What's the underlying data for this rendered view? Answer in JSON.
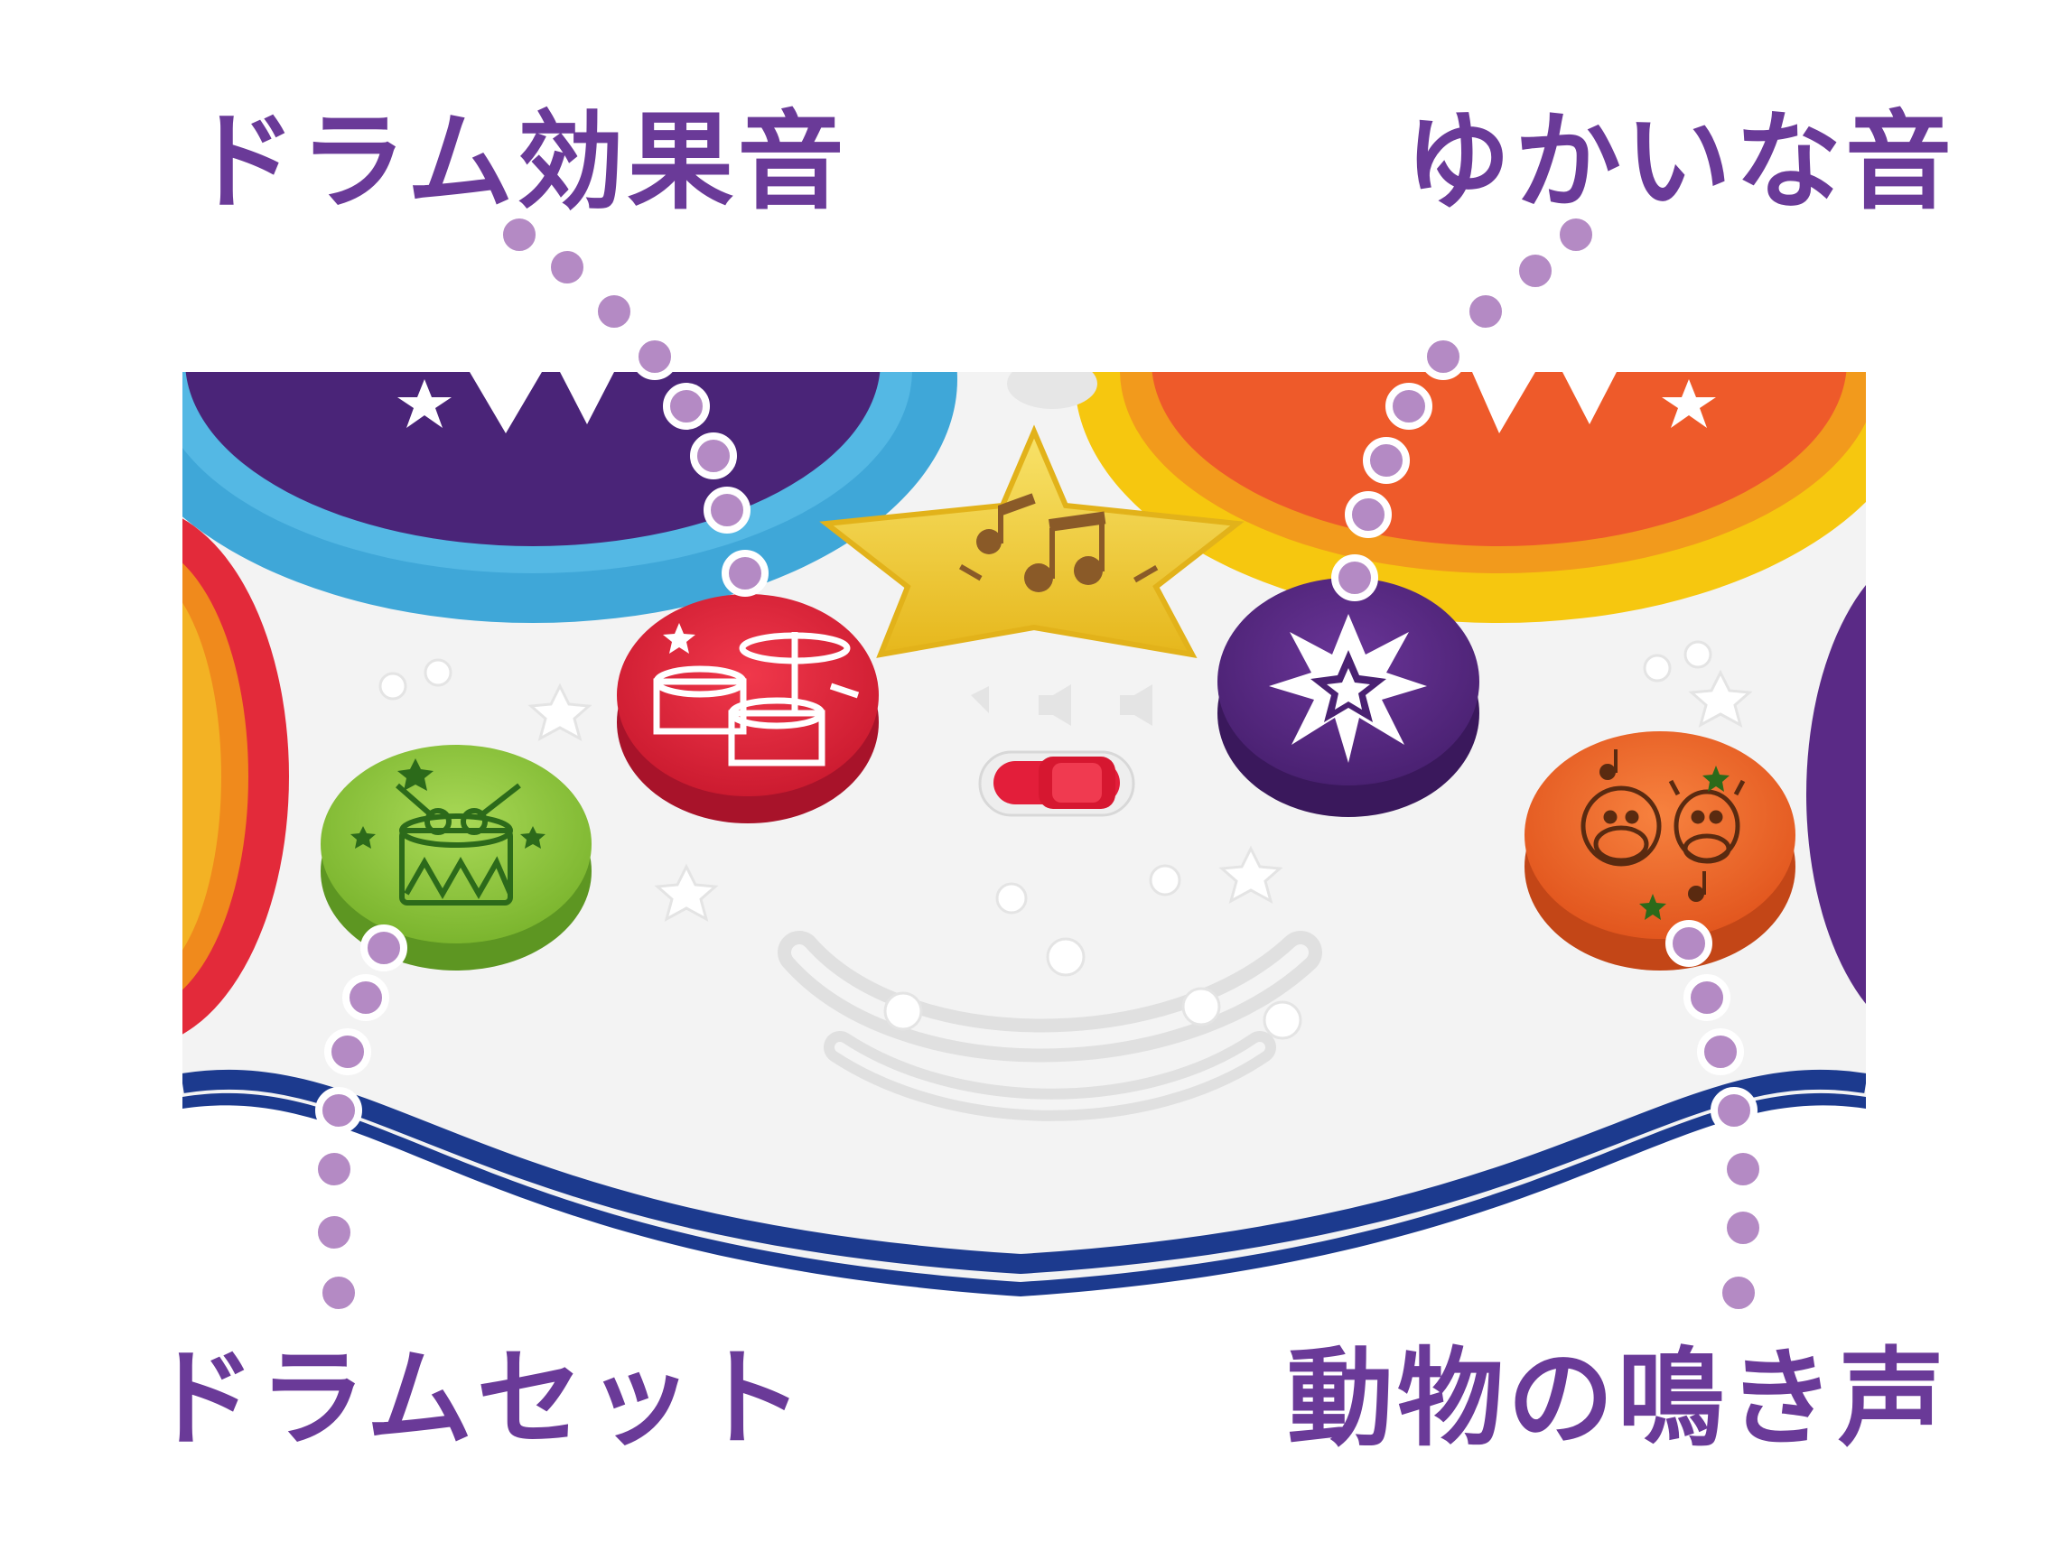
{
  "labels": {
    "drum_effects": "ドラム効果音",
    "fun_sounds": "ゆかいな音",
    "drum_set": "ドラムセット",
    "animal_sounds": "動物の鳴き声"
  },
  "colors": {
    "label_text": "#6a3a98",
    "leader_dot": "#b48ac4",
    "toy_body": "#f6f6f6",
    "toy_base": "#1c3a8e",
    "green_button": "#8cc63f",
    "red_button": "#e3263a",
    "purple_button": "#5a2a86",
    "orange_button": "#f26a2e",
    "star_button": "#f4d23a"
  },
  "icons": [
    "drum-icon",
    "drum-set-icon",
    "burst-star-icon",
    "animal-faces-icon",
    "music-notes-icon",
    "sliding-switch-icon"
  ]
}
